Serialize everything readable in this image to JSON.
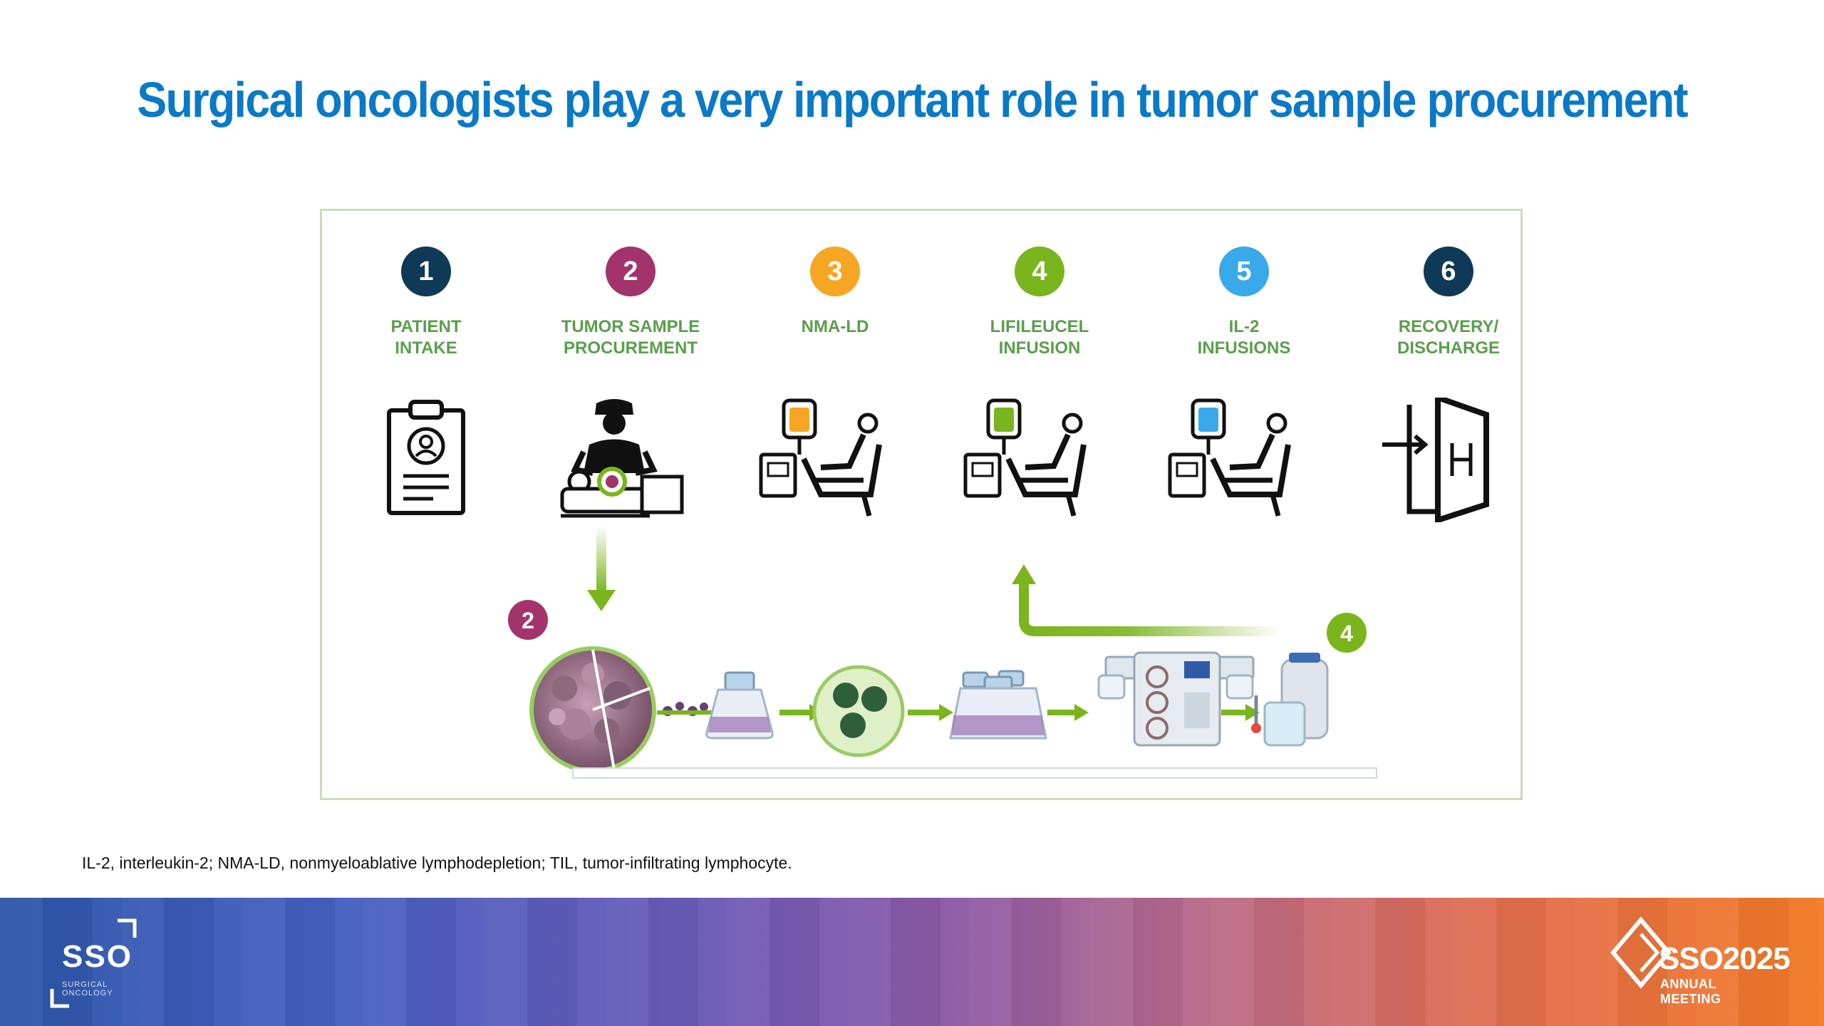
{
  "slide": {
    "title": "Surgical oncologists play a very important role in tumor sample procurement"
  },
  "steps": [
    {
      "number": "1",
      "label": "PATIENT\nINTAKE",
      "color": "#0f3a57"
    },
    {
      "number": "2",
      "label": "TUMOR SAMPLE\nPROCUREMENT",
      "color": "#a3336b"
    },
    {
      "number": "3",
      "label": "NMA-LD",
      "color": "#f5a623"
    },
    {
      "number": "4",
      "label": "LIFILEUCEL\nINFUSION",
      "color": "#7ab51d"
    },
    {
      "number": "5",
      "label": "IL-2\nINFUSIONS",
      "color": "#3aa9ea"
    },
    {
      "number": "6",
      "label": "RECOVERY/\nDISCHARGE",
      "color": "#0f3a57"
    }
  ],
  "process": {
    "badge_start": "2",
    "badge_end": "4"
  },
  "footnote": "IL-2, interleukin-2; NMA-LD, nonmyeloablative lymphodepletion; TIL, tumor-infiltrating lymphocyte.",
  "footer": {
    "left_logo": "SSO",
    "left_logo_sub": "SURGICAL\nONCOLOGY",
    "right_logo_main": "SSO2025",
    "right_logo_sub": "ANNUAL MEETING"
  },
  "colors": {
    "title": "#0a79c7",
    "label_green": "#5a9e4c",
    "arrow_green": "#7ab51d"
  }
}
